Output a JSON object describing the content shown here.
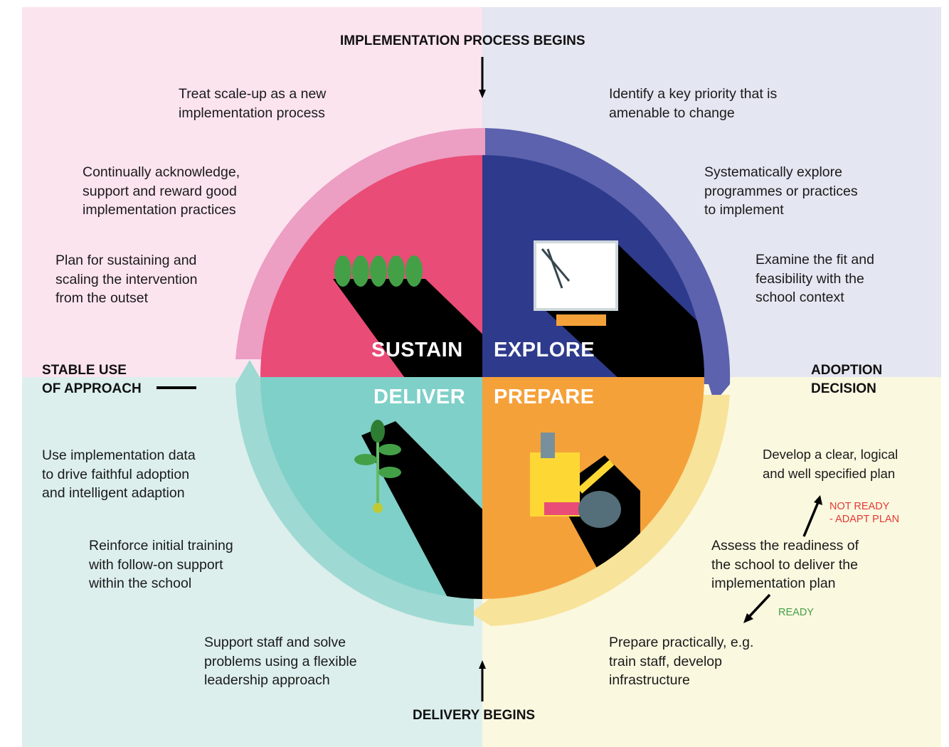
{
  "colors": {
    "sustain": "#e94c76",
    "explore": "#2e3b8c",
    "deliver": "#7fd0c8",
    "prepare": "#f5a13a",
    "not_ready": "#e53935",
    "ready": "#43a047"
  },
  "headers": {
    "top": "IMPLEMENTATION PROCESS BEGINS",
    "left": "STABLE USE\nOF APPROACH",
    "right": "ADOPTION\nDECISION",
    "bottom": "DELIVERY BEGINS"
  },
  "phases": {
    "sustain": "SUSTAIN",
    "explore": "EXPLORE",
    "deliver": "DELIVER",
    "prepare": "PREPARE"
  },
  "sustain_steps": [
    "Treat scale-up as a new\nimplementation process",
    "Continually acknowledge,\nsupport and reward good\nimplementation practices",
    "Plan for sustaining and\nscaling the intervention\nfrom the outset"
  ],
  "explore_steps": [
    "Identify a key priority that is\namenable to change",
    "Systematically explore\nprogrammes or practices\nto implement",
    "Examine the fit and\nfeasibility with the\nschool context"
  ],
  "deliver_steps": [
    "Use implementation data\nto drive faithful adoption\nand intelligent adaption",
    "Reinforce initial training\nwith follow-on support\nwithin the school",
    "Support staff and solve\nproblems using a flexible\nleadership approach"
  ],
  "prepare_steps": [
    "Develop a clear, logical\nand well specified plan",
    "Assess the readiness of\nthe school to deliver the\nimplementation plan",
    "Prepare practically, e.g.\ntrain staff, develop\ninfrastructure"
  ],
  "decision_tags": {
    "not_ready": "NOT READY\n- ADAPT PLAN",
    "ready": "READY"
  }
}
